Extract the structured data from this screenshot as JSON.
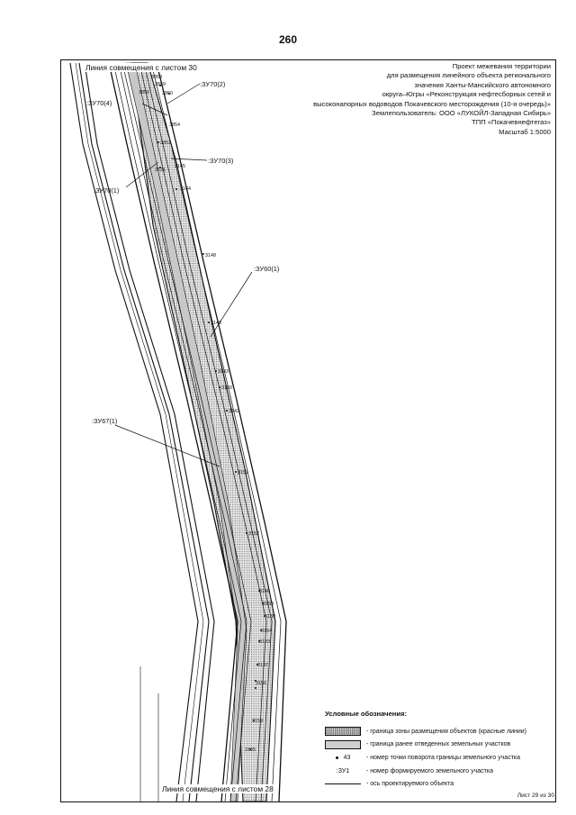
{
  "page": {
    "number": "260",
    "sheet_count": "Лист 29 из 30"
  },
  "title_block": {
    "lines": [
      "Проект межевания территории",
      "для размещения линейного объекта регионального",
      "значения Ханты-Мансийского автономного",
      "округа–Югры «Реконструкция нефтесборных сетей и",
      "высоконапорных водоводов Покачевского месторождения (10-я очередь)»",
      "Землепользователь: ООО «ЛУКОЙЛ-Западная Сибирь»",
      "ТПП «Покачевнефтегаз»",
      "Масштаб 1:5000"
    ]
  },
  "sheet_links": {
    "top": "Линия совмещения с листом 30",
    "bottom": "Линия совмещения с листом 28"
  },
  "parcel_labels": [
    ":ЗУ70(4)",
    ":ЗУ70(2)",
    ":ЗУ70(3)",
    ":ЗУ70(1)",
    ":ЗУ60(1)",
    ":ЗУ67(1)"
  ],
  "point_labels": [
    "3858",
    "3859",
    "3856",
    "3860",
    "3854",
    "3852",
    "3631",
    "3145",
    "3144",
    "3148",
    "3149",
    "3143",
    "3150",
    "3142",
    "3151",
    "3152",
    "3140",
    "3153",
    "3139",
    "3154",
    "3133",
    "3137",
    "3156",
    "3159",
    "3135"
  ],
  "legend": {
    "title": "Условные обозначения:",
    "items": [
      {
        "symbol": "red-line-zone-swatch",
        "text": "- граница зоны размещения объектов (красные линии)"
      },
      {
        "symbol": "prev-parcel-swatch",
        "text": "- граница ранее отведенных земельных участков"
      },
      {
        "symbol": "turn-point-dot",
        "sample": "43",
        "text": "- номер точки поворота границы земельного участка"
      },
      {
        "symbol": "parcel-code-sample",
        "sample": ":ЗУ1",
        "text": "- номер формируемого земельного участка"
      },
      {
        "symbol": "axis-line",
        "text": "- ось проектируемого объекта"
      }
    ]
  }
}
